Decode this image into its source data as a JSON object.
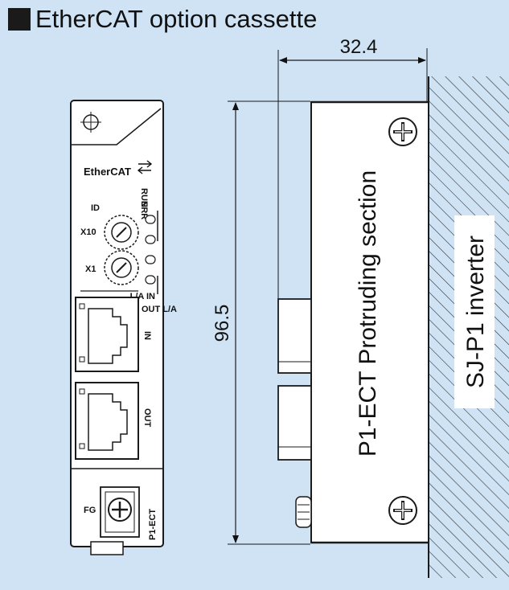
{
  "title": "EtherCAT option cassette",
  "dimensions": {
    "width": "32.4",
    "height": "96.5"
  },
  "front_panel": {
    "brand": "EtherCAT",
    "id_label": "ID",
    "x10_label": "X10",
    "x1_label": "X1",
    "led_run": "RUN",
    "led_err": "ERR",
    "led_l_a_in": "L/A IN",
    "led_out_l_a": "OUT L/A",
    "port_in": "IN",
    "port_out": "OUT",
    "fg_label": "FG",
    "model": "P1-ECT"
  },
  "side_view": {
    "protruding_label": "P1-ECT Protruding section",
    "inverter_label": "SJ-P1 inverter"
  },
  "colors": {
    "background": "#cfe3f5",
    "device": "#ffffff",
    "line": "#1a1a1a"
  }
}
